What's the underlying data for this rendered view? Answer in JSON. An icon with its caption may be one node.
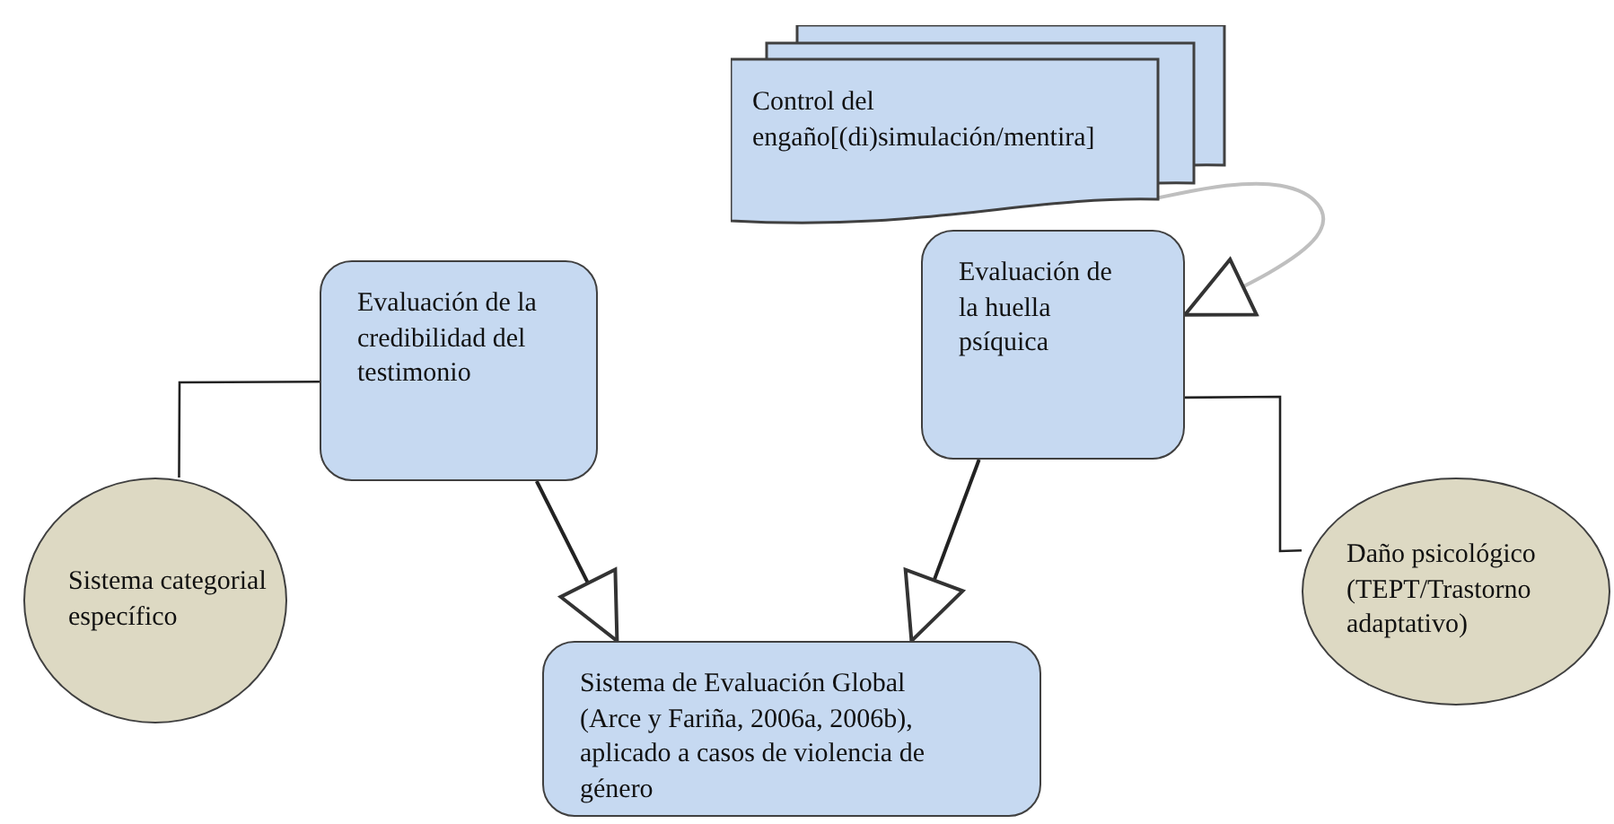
{
  "diagram": {
    "nodes": [
      {
        "text": [
          "Control del engaño[(di)simulación/mentira]"
        ]
      },
      {
        "text": [
          "Evaluación de la credibilidad del testimonio"
        ]
      },
      {
        "text": [
          "Evaluación de la huella psíquica"
        ]
      },
      {
        "text": [
          "Sistema categorial específico"
        ]
      },
      {
        "text": [
          "Daño psicológico (TEPT/Trastorno adaptativo)"
        ]
      },
      {
        "text": [
          "Sistema de Evaluación Global (Arce y Fariña, 2006a, 2006b), aplicado a casos de violencia de género"
        ]
      }
    ],
    "edges": [
      {
        "from": 0,
        "to": 2,
        "arrow": "to",
        "color": "#bfbfbf"
      },
      {
        "from": 1,
        "to": 3,
        "arrow": "none"
      },
      {
        "from": 2,
        "to": 4,
        "arrow": "none"
      },
      {
        "from": 1,
        "to": 5,
        "arrow": "to"
      },
      {
        "from": 2,
        "to": 5,
        "arrow": "to"
      }
    ]
  }
}
